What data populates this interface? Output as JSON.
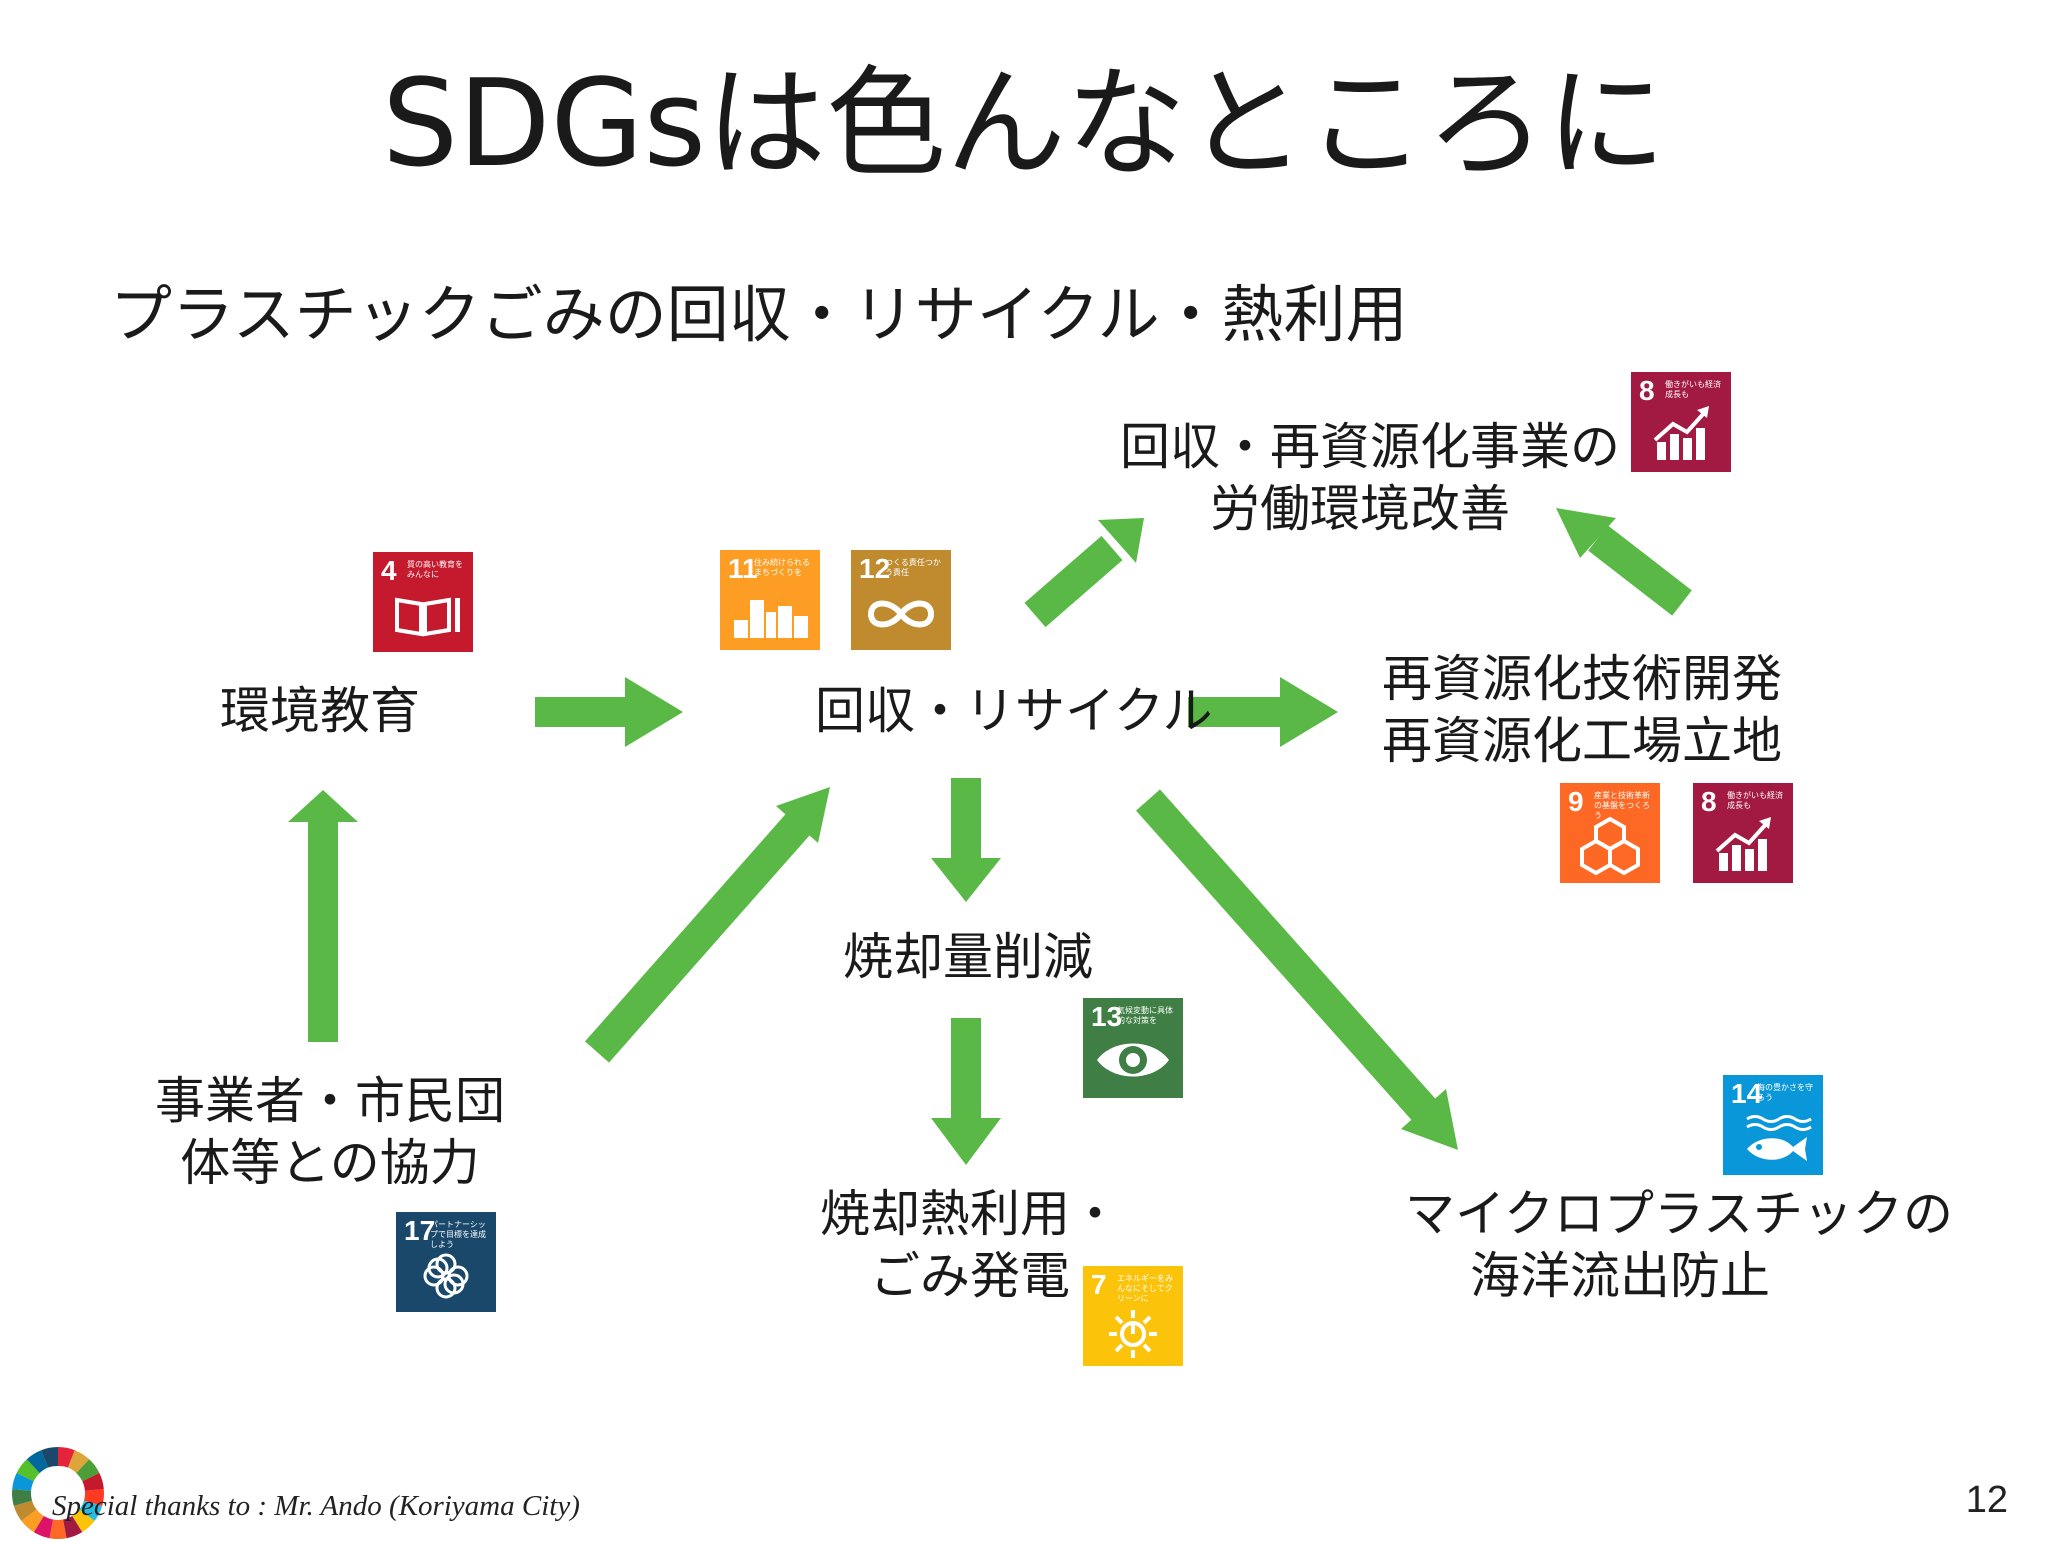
{
  "title": "SDGsは色んなところに",
  "subtitle": "プラスチックごみの回収・リサイクル・熱利用",
  "nodes": {
    "env_education": "環境教育",
    "collection_recycling": "回収・リサイクル",
    "labor_improvement": [
      "回収・再資源化事業の",
      "労働環境改善"
    ],
    "tech_development": [
      "再資源化技術開発",
      "再資源化工場立地"
    ],
    "incineration_reduction": "焼却量削減",
    "cooperation": [
      "事業者・市民団",
      "体等との協力"
    ],
    "heat_utilization": [
      "焼却熱利用・",
      "ごみ発電"
    ],
    "microplastic": [
      "マイクロプラスチックの",
      "海洋流出防止"
    ]
  },
  "sdg_icons": [
    {
      "id": "sdg4",
      "number": "4",
      "label": "質の高い教育をみんなに",
      "color": "#c5192d",
      "icon": "book-pencil-icon"
    },
    {
      "id": "sdg11",
      "number": "11",
      "label": "住み続けられるまちづくりを",
      "color": "#fd9d24",
      "icon": "city-icon"
    },
    {
      "id": "sdg12",
      "number": "12",
      "label": "つくる責任つかう責任",
      "color": "#bf8b2e",
      "icon": "infinity-icon"
    },
    {
      "id": "sdg8a",
      "number": "8",
      "label": "働きがいも経済成長も",
      "color": "#a21942",
      "icon": "growth-chart-icon"
    },
    {
      "id": "sdg9",
      "number": "9",
      "label": "産業と技術革新の基盤をつくろう",
      "color": "#fd6925",
      "icon": "cubes-icon"
    },
    {
      "id": "sdg8b",
      "number": "8",
      "label": "働きがいも経済成長も",
      "color": "#a21942",
      "icon": "growth-chart-icon"
    },
    {
      "id": "sdg13",
      "number": "13",
      "label": "気候変動に具体的な対策を",
      "color": "#3f7e44",
      "icon": "eye-earth-icon"
    },
    {
      "id": "sdg14",
      "number": "14",
      "label": "海の豊かさを守ろう",
      "color": "#0a97d9",
      "icon": "fish-icon"
    },
    {
      "id": "sdg17",
      "number": "17",
      "label": "パートナーシップで目標を達成しよう",
      "color": "#19486a",
      "icon": "partnership-flower-icon"
    },
    {
      "id": "sdg7",
      "number": "7",
      "label": "エネルギーをみんなにそしてクリーンに",
      "color": "#fcc30b",
      "icon": "sun-power-icon"
    }
  ],
  "arrow_color": "#5ab946",
  "credit": "Special thanks to : Mr. Ando (Koriyama City)",
  "page_number": "12"
}
